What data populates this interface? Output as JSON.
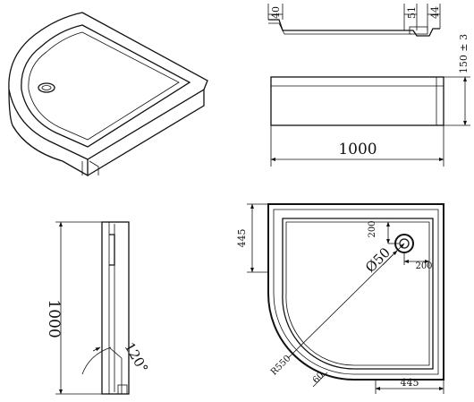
{
  "top_profile": {
    "dim_left": "40",
    "dim_mid": "51",
    "dim_right": "44"
  },
  "front_view": {
    "width": "1000",
    "height": "150 ± 3"
  },
  "side_view": {
    "length": "1000",
    "angle": "120°"
  },
  "plan_view": {
    "depth_left": "445",
    "width_bottom": "445",
    "drain_offset_y": "200",
    "drain_offset_x": "200",
    "drain_diameter": "Ø50",
    "radius": "R550",
    "rim": "60"
  }
}
